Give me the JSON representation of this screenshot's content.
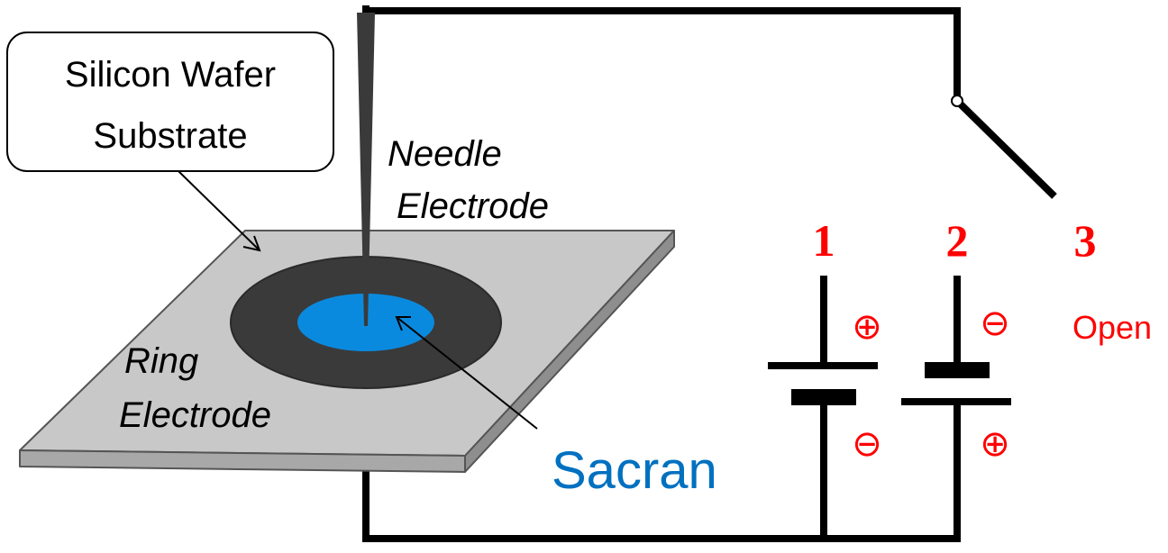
{
  "labels": {
    "substrate_callout": [
      "Silicon Wafer",
      "Substrate"
    ],
    "needle_electrode": [
      "Needle",
      "Electrode"
    ],
    "ring_electrode": [
      "Ring",
      "Electrode"
    ],
    "sacran": "Sacran"
  },
  "switch_positions": [
    "1",
    "2",
    "3"
  ],
  "battery_1_signs": {
    "top": "⊕",
    "bottom": "⊖"
  },
  "battery_2_signs": {
    "top": "⊖",
    "bottom": "⊕"
  },
  "position_3_label": "Open",
  "colors": {
    "wire": "#000000",
    "annotation_red": "#FF0000",
    "sacran_blue": "#0070C0",
    "substrate_top": "#C8C8C8",
    "substrate_side": "#A0A0A0",
    "ring_electrode": "#3A3A3A"
  }
}
